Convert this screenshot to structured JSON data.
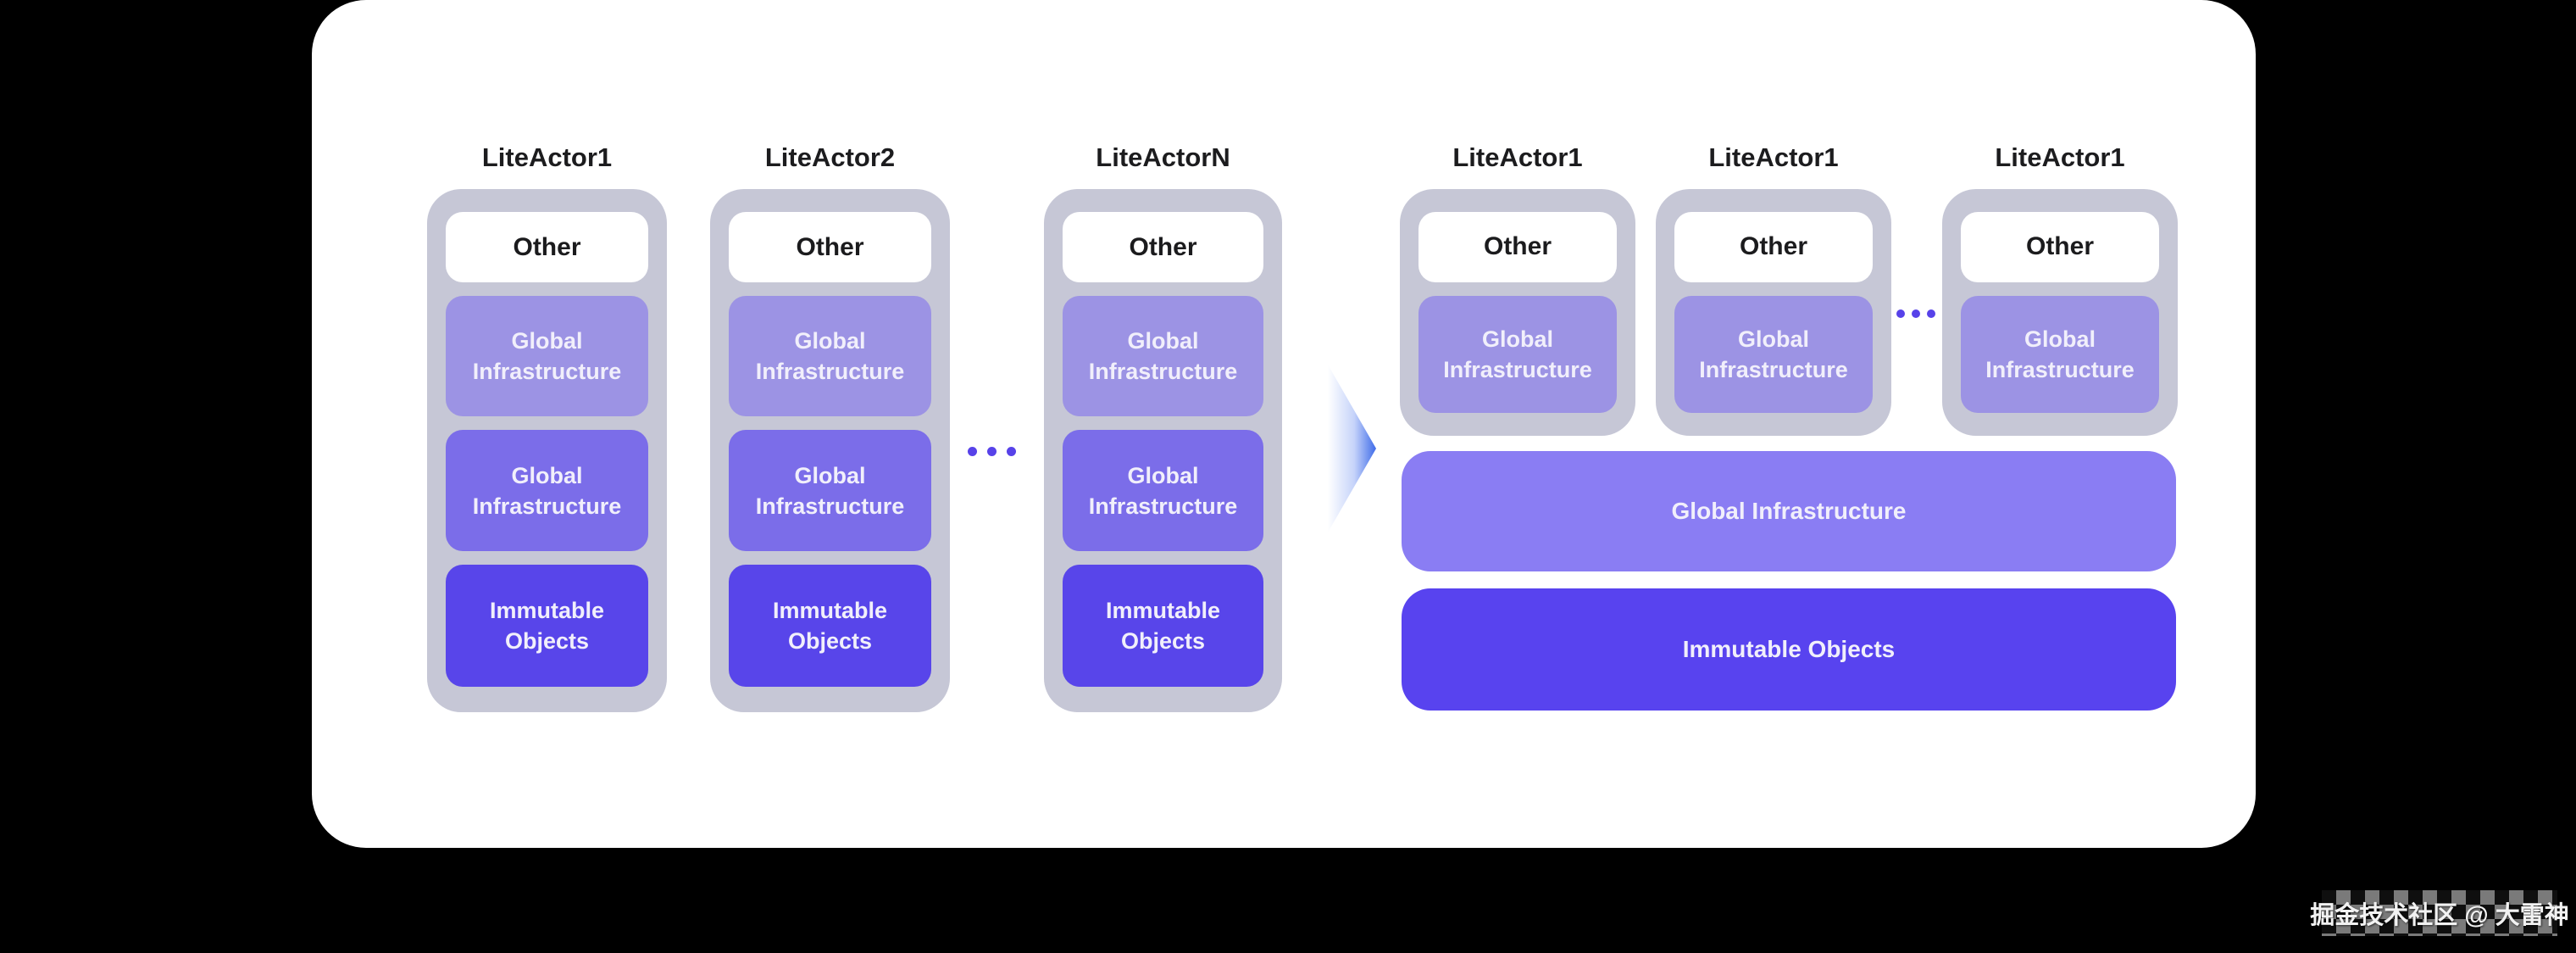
{
  "diagram": {
    "left_group": {
      "actors": [
        {
          "title": "LiteActor1",
          "boxes": [
            "Other",
            "Global Infrastructure",
            "Global Infrastructure",
            "Immutable Objects"
          ]
        },
        {
          "title": "LiteActor2",
          "boxes": [
            "Other",
            "Global Infrastructure",
            "Global Infrastructure",
            "Immutable Objects"
          ]
        },
        {
          "title": "LiteActorN",
          "boxes": [
            "Other",
            "Global Infrastructure",
            "Global Infrastructure",
            "Immutable Objects"
          ]
        }
      ]
    },
    "right_group": {
      "actors": [
        {
          "title": "LiteActor1",
          "boxes": [
            "Other",
            "Global Infrastructure"
          ]
        },
        {
          "title": "LiteActor1",
          "boxes": [
            "Other",
            "Global Infrastructure"
          ]
        },
        {
          "title": "LiteActor1",
          "boxes": [
            "Other",
            "Global Infrastructure"
          ]
        }
      ],
      "shared_bars": [
        "Global Infrastructure",
        "Immutable Objects"
      ]
    },
    "watermark": "掘金技术社区 @ 大雷神",
    "colors": {
      "background": "#000000",
      "canvas": "#FFFFFF",
      "container_gray": "#C6C7D6",
      "box_other": "#FFFFFF",
      "gi_light": "#9C93E4",
      "gi_medium": "#7B6DE9",
      "immutable": "#5845EA",
      "bar_gi": "#8A7DF3",
      "bar_immutable": "#5843EF",
      "dots": "#5742E9",
      "arrow_blue": "#3E6BE9",
      "text_dark": "#1C1C1E",
      "text_light": "#F1EFFB"
    }
  }
}
